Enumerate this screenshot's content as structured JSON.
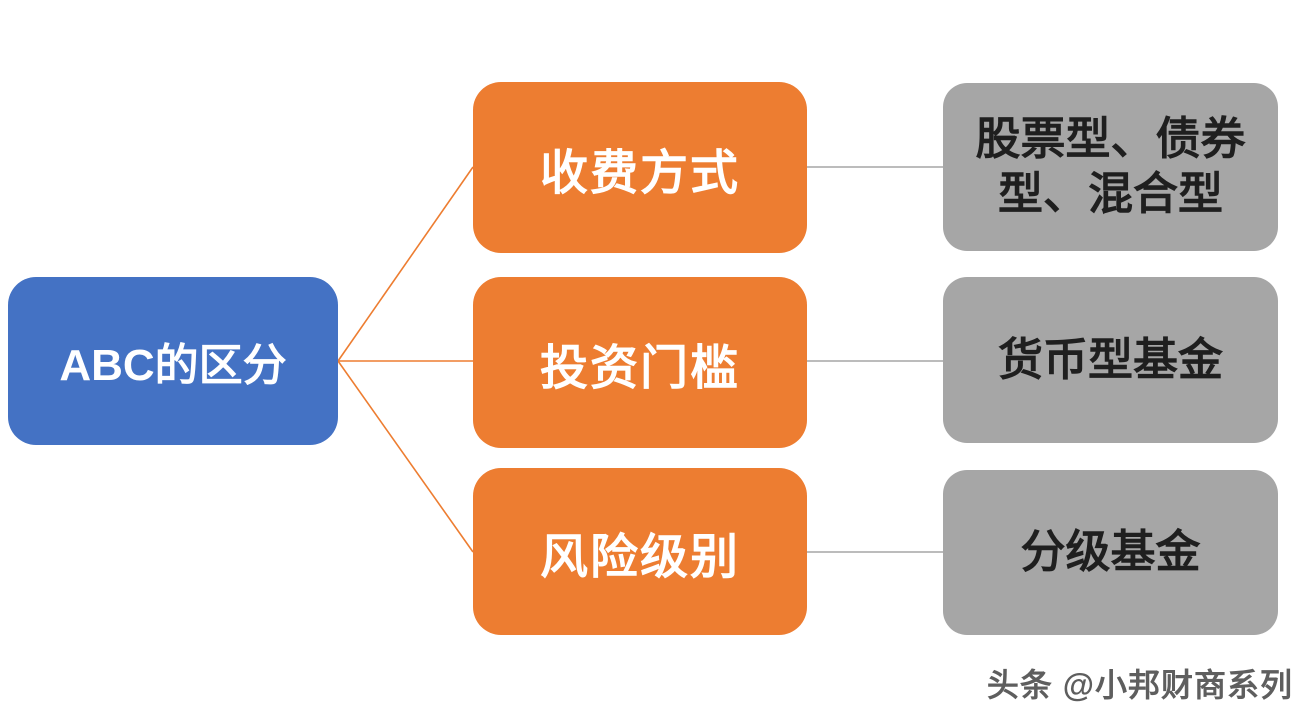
{
  "diagram": {
    "title": "fund-class-ABC-distinction-smartart",
    "root": {
      "label": "ABC的区分"
    },
    "branches": [
      {
        "label": "收费方式",
        "result": "股票型、债券型、混合型"
      },
      {
        "label": "投资门槛",
        "result": "货币型基金"
      },
      {
        "label": "风险级别",
        "result": "分级基金"
      }
    ],
    "colors": {
      "root_fill": "#4472C4",
      "branch_fill": "#ED7D31",
      "result_fill": "#A6A6A6",
      "root_text": "#ffffff",
      "branch_text": "#ffffff",
      "result_text": "#1f1f1f",
      "connector_left": "#ED7D31",
      "connector_right": "#A6A6A6",
      "background": "#ffffff"
    }
  },
  "watermark": {
    "text": "头条 @小邦财商系列"
  }
}
